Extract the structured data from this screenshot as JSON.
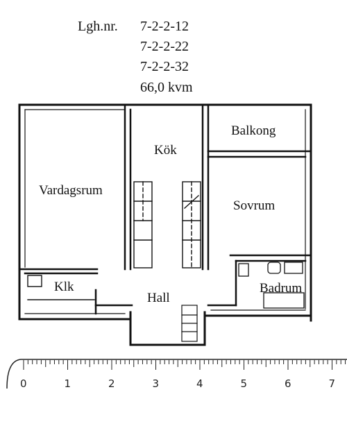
{
  "header": {
    "label": "Lgh.nr.",
    "apartment_numbers": [
      "7-2-2-12",
      "7-2-2-22",
      "7-2-2-32"
    ],
    "area": "66,0 kvm"
  },
  "rooms": {
    "balcony": "Balkong",
    "kitchen": "Kök",
    "living_room": "Vardagsrum",
    "bedroom": "Sovrum",
    "closet": "Klk",
    "hall": "Hall",
    "bathroom": "Badrum"
  },
  "ruler": {
    "labels": [
      "0",
      "1",
      "2",
      "3",
      "4",
      "5",
      "6",
      "7"
    ]
  },
  "colors": {
    "ink": "#111111",
    "paper": "#ffffff"
  }
}
